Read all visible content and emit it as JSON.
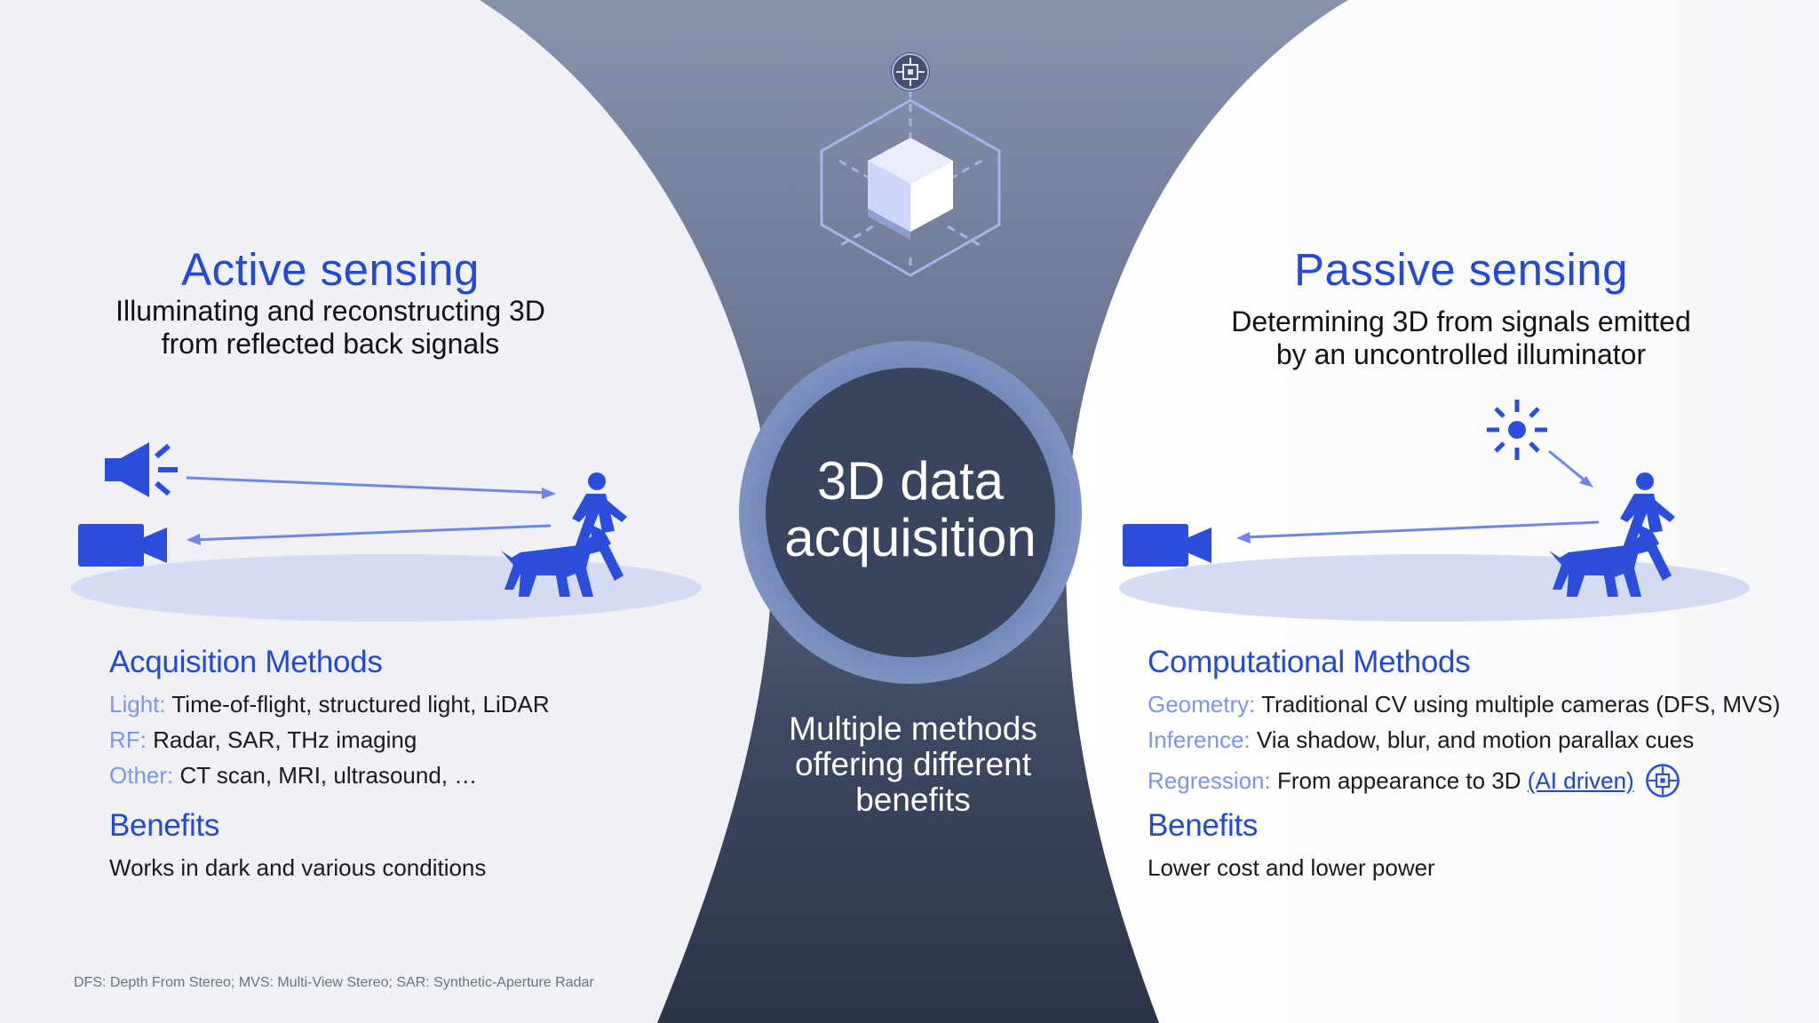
{
  "center": {
    "title_line1": "3D data",
    "title_line2": "acquisition",
    "subtitle_line1": "Multiple methods",
    "subtitle_line2": "offering different",
    "subtitle_line3": "benefits"
  },
  "active": {
    "title": "Active sensing",
    "subtitle_line1": "Illuminating and reconstructing 3D",
    "subtitle_line2": "from reflected back signals",
    "methods_heading": "Acquisition Methods",
    "methods": [
      {
        "label": "Light:",
        "text": "Time-of-flight, structured light, LiDAR"
      },
      {
        "label": "RF:",
        "text": "Radar, SAR, THz imaging"
      },
      {
        "label": "Other:",
        "text": "CT scan, MRI, ultrasound, …"
      }
    ],
    "benefits_heading": "Benefits",
    "benefits_text": "Works in dark and various conditions"
  },
  "passive": {
    "title": "Passive sensing",
    "subtitle_line1": "Determining 3D from signals emitted",
    "subtitle_line2": "by an uncontrolled illuminator",
    "methods_heading": "Computational Methods",
    "methods": [
      {
        "label": "Geometry:",
        "text": "Traditional CV using multiple cameras (DFS, MVS)"
      },
      {
        "label": "Inference:",
        "text": "Via shadow, blur, and motion parallax cues"
      },
      {
        "label": "Regression:",
        "text": "From appearance to 3D",
        "link": "(AI driven)"
      }
    ],
    "benefits_heading": "Benefits",
    "benefits_text": "Lower cost and lower power"
  },
  "footnote": "DFS: Depth From Stereo; MVS: Multi-View Stereo; SAR: Synthetic-Aperture Radar",
  "icons": [
    "speaker-icon",
    "camera-icon",
    "person-walking-icon",
    "dog-icon",
    "sun-icon",
    "cube-icon",
    "ai-brain-icon"
  ],
  "colors": {
    "accent_blue": "#2449d6",
    "label_blue": "#7b95e8",
    "icon_blue": "#2b4fdc",
    "center_dark": "#3a4560",
    "left_panel": "#eff1f6"
  }
}
